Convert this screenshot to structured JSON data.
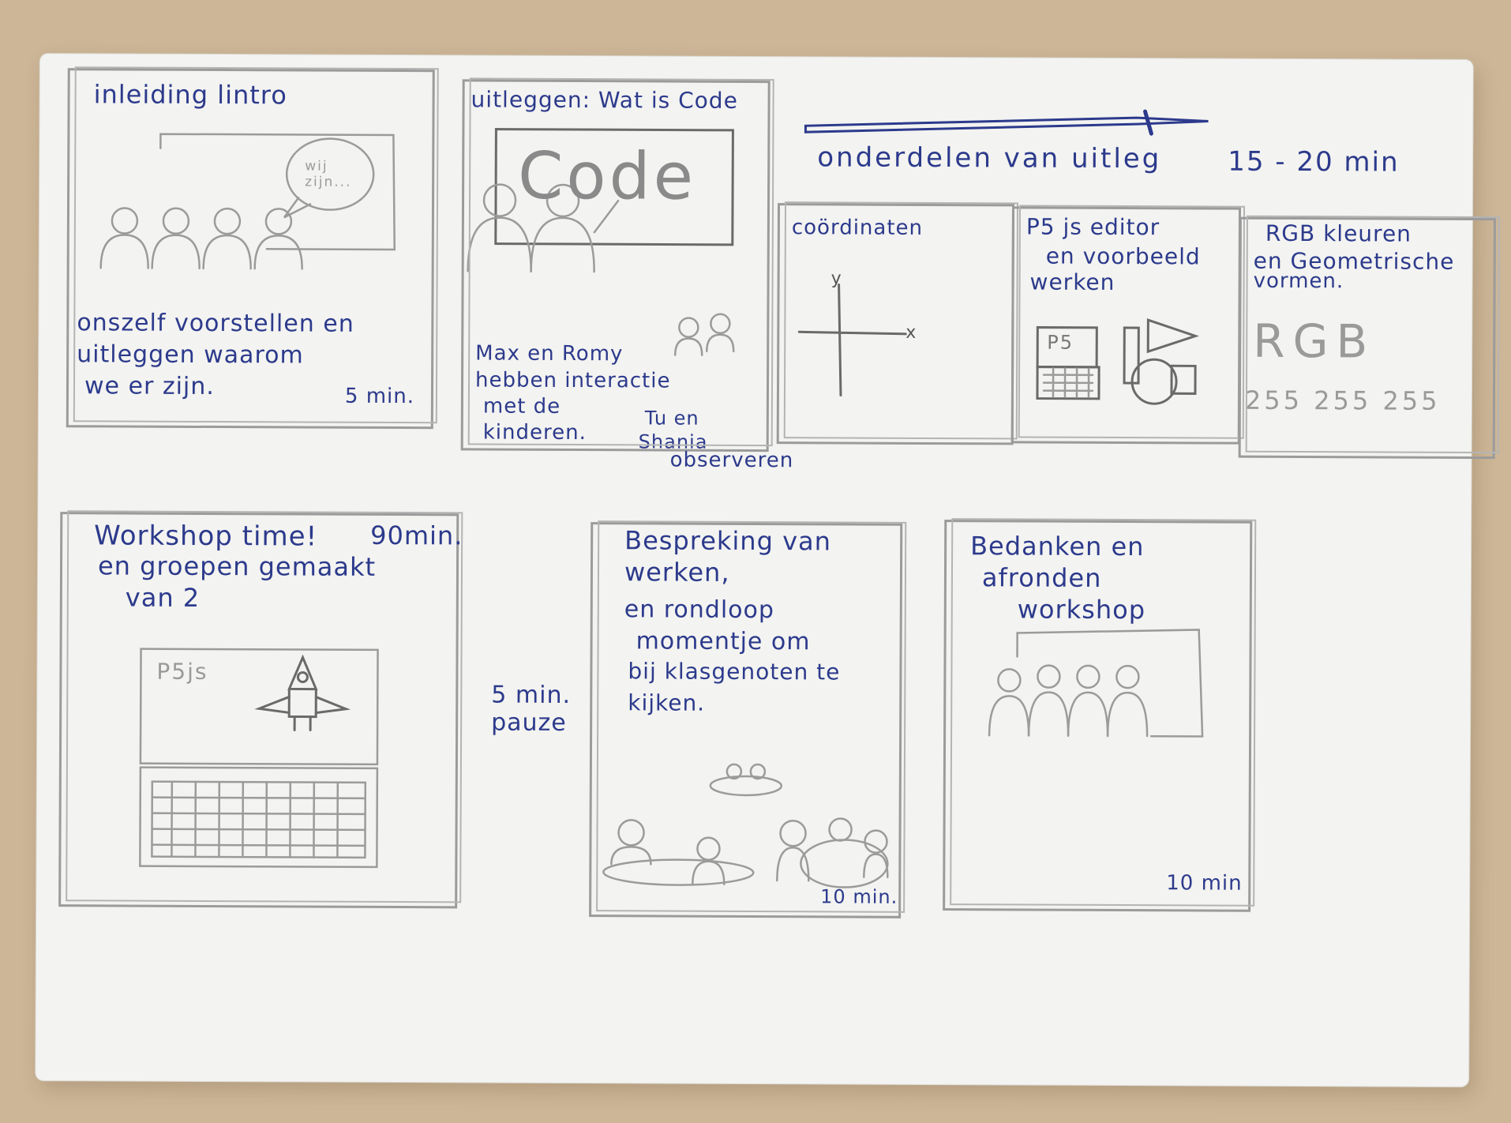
{
  "panels": {
    "intro": {
      "title": "inleiding lintro",
      "speech": "wij zijn...",
      "body": [
        "onszelf voorstellen en",
        "uitleggen waarom",
        "we er zijn."
      ],
      "duration": "5 min."
    },
    "code": {
      "title": "uitleggen: Wat is Code",
      "board_text": "Code",
      "body": [
        "Max en Romy",
        "hebben interactie",
        "met de",
        "kinderen."
      ],
      "observers": [
        "Tu en",
        "Shania",
        "observeren"
      ]
    },
    "header": {
      "text": "onderdelen van uitleg",
      "duration": "15 - 20 min"
    },
    "coordinates": {
      "title": "coördinaten",
      "axis_y": "y",
      "axis_x": "x"
    },
    "editor": {
      "title": [
        "P5 js editor",
        "en voorbeeld",
        "werken"
      ],
      "screen_label": "P5"
    },
    "rgb": {
      "title": [
        "RGB kleuren",
        "en Geometrische",
        "vormen."
      ],
      "letters": "RGB",
      "values": "255 255 255"
    },
    "workshop": {
      "title": "Workshop time!",
      "duration": "90min.",
      "body": [
        "en groepen gemaakt",
        "van 2"
      ],
      "screen_label": "P5js"
    },
    "pause": {
      "lines": [
        "5 min.",
        "pauze"
      ]
    },
    "review": {
      "body": [
        "Bespreking van",
        "werken,",
        "en rondloop",
        "momentje om",
        "bij klasgenoten te",
        "kijken."
      ],
      "duration": "10 min."
    },
    "closing": {
      "body": [
        "Bedanken en",
        "afronden",
        "workshop"
      ],
      "duration": "10 min"
    }
  }
}
